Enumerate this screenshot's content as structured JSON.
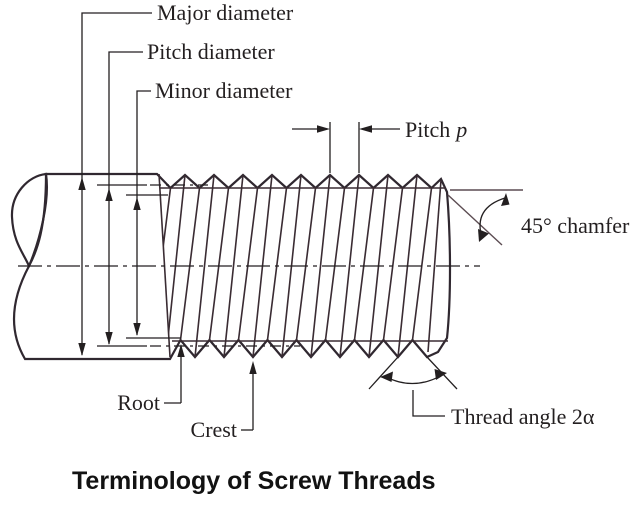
{
  "figure": {
    "title": "Terminology of Screw Threads",
    "labels": {
      "major_diameter": "Major diameter",
      "pitch_diameter": "Pitch diameter",
      "minor_diameter": "Minor diameter",
      "pitch_word": "Pitch",
      "pitch_symbol": "p",
      "chamfer": "45° chamfer",
      "root": "Root",
      "crest": "Crest",
      "thread_angle": "Thread angle 2α"
    },
    "colors": {
      "screw_pink": "#f6b9d3",
      "screw_pink_light": "#fdeaf3",
      "screw_pink_dark": "#eda3c4",
      "outline": "#302830",
      "line": "#231f20",
      "text": "#231f20",
      "chamfer_line": "#5c4c52",
      "background": "#ffffff"
    }
  }
}
